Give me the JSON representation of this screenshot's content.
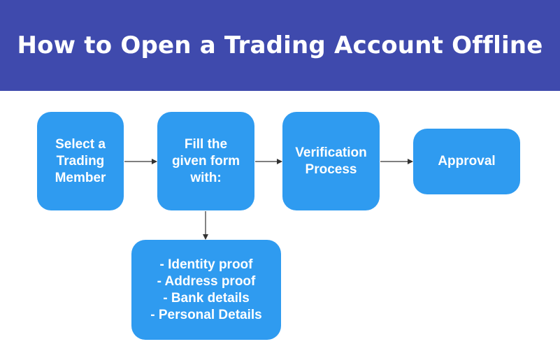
{
  "header": {
    "title": "How to Open a Trading Account Offline",
    "background": "#3f4aad",
    "text_color": "#ffffff"
  },
  "diagram": {
    "node_color": "#2f9bf0",
    "node_text_color": "#ffffff",
    "arrow_color": "#333333",
    "nodes": [
      {
        "id": "select-member",
        "label": "Select a\nTrading\nMember"
      },
      {
        "id": "fill-form",
        "label": "Fill the\ngiven form\nwith:"
      },
      {
        "id": "verification",
        "label": "Verification\nProcess"
      },
      {
        "id": "approval",
        "label": "Approval"
      },
      {
        "id": "documents",
        "label": "- Identity proof\n- Address proof\n- Bank details\n- Personal Details"
      }
    ],
    "edges": [
      {
        "from": "select-member",
        "to": "fill-form"
      },
      {
        "from": "fill-form",
        "to": "verification"
      },
      {
        "from": "verification",
        "to": "approval"
      },
      {
        "from": "fill-form",
        "to": "documents"
      }
    ]
  }
}
